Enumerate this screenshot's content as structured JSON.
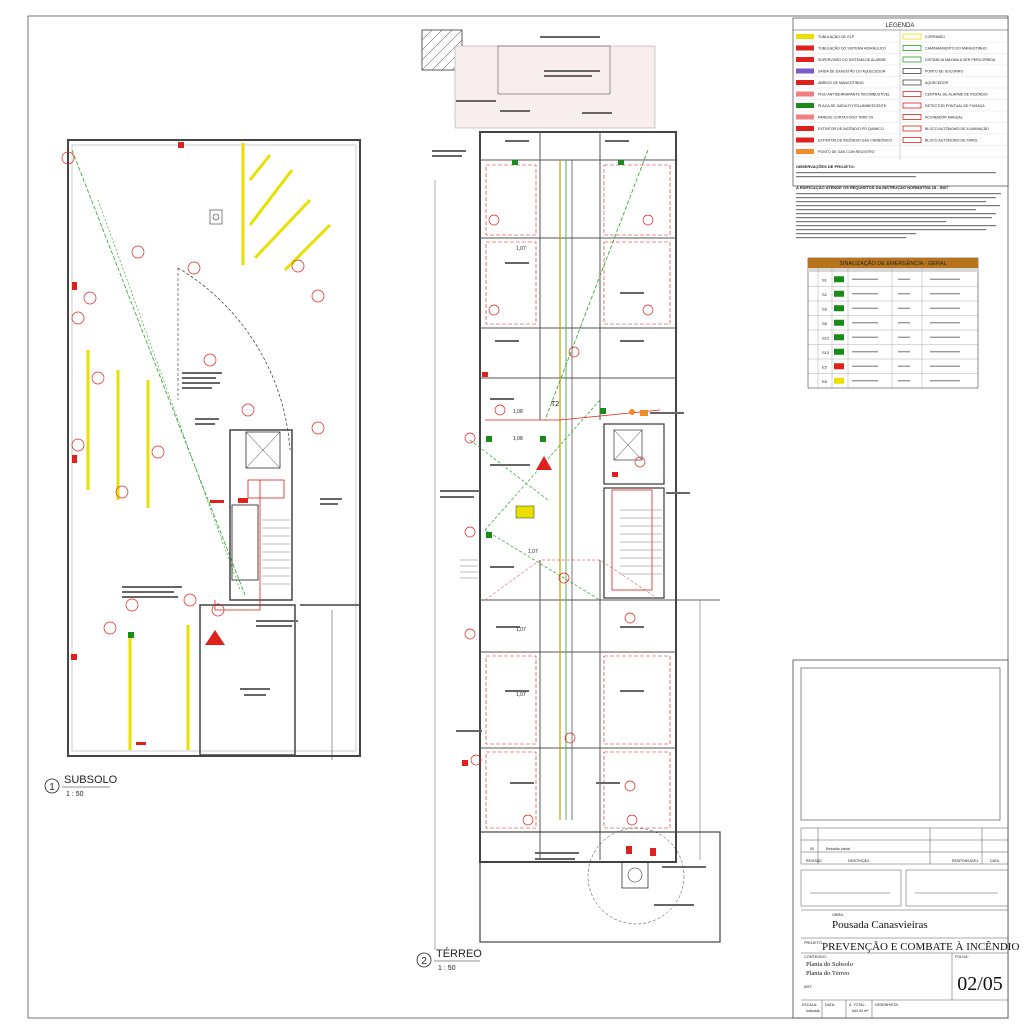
{
  "subsolo": {
    "number": "1",
    "title": "SUBSOLO",
    "scale": "1 : 50"
  },
  "terreo": {
    "number": "2",
    "title": "TÉRREO",
    "scale": "1 : 50"
  },
  "legend": {
    "title": "LEGENDA",
    "rows": [
      {
        "left": "TUBULAÇÃO DE GLP",
        "right": "CORRIMÃO"
      },
      {
        "left": "TUBULAÇÃO DO SISTEMA HIDRÁULICO",
        "right": "CAMINHAMENTO DO MANGOTINHO"
      },
      {
        "left": "SUPERVISÃO DO SISTEMA DE ALARME",
        "right": "DISTÂNCIA MÁXIMA A SER PERCORRIDA"
      },
      {
        "left": "SAÍDA DE EXAUSTÃO DO AQUECEDOR",
        "right": "PONTO DE SOCORRO"
      },
      {
        "left": "ABRIGO DE MANGOTINHO",
        "right": "AQUECEDOR"
      },
      {
        "left": "PISO ANTIDERRAPANTE INCOMBUSTÍVEL",
        "right": "CENTRAL DE ALARME DE INCÊNDIO"
      },
      {
        "left": "PLACA DE SAÍDA FOTOLUMINESCENTE",
        "right": "DETECTOR PONTUAL DE FUMAÇA"
      },
      {
        "left": "PAREDE CORTA FOGO TRRF 2H",
        "right": "ACIONADOR MANUAL"
      },
      {
        "left": "EXTINTOR DE INCÊNDIO PÓ QUÍMICO",
        "right": "BLOCO AUTÔNOMO DE ILUMINAÇÃO"
      },
      {
        "left": "EXTINTOR DE INCÊNDIO GÁS CARBÔNICO",
        "right": "BLOCO AUTÔNOMO DE FAROL"
      },
      {
        "left": "PONTO DE GÁS COM REGISTRO",
        "right": ""
      }
    ],
    "notes_title": "OBSERVAÇÕES DE PROJETO:",
    "requirements_title": "A EDIFICAÇÃO ATENDE OS REQUISITOS DA INSTRUÇÃO NORMATIVA 18 - IN07"
  },
  "signage": {
    "title": "SINALIZAÇÃO DE EMERGÊNCIA - GERAL",
    "rows": [
      {
        "code": "S1"
      },
      {
        "code": "S2"
      },
      {
        "code": "S3"
      },
      {
        "code": "S8"
      },
      {
        "code": "S12"
      },
      {
        "code": "S13"
      },
      {
        "code": "E5"
      },
      {
        "code": "E8"
      }
    ]
  },
  "annotations": {
    "t2": "T2",
    "heights": [
      "1,07",
      "1,08",
      "1,08",
      "1,07",
      "1,07",
      "1,07"
    ]
  },
  "title_block": {
    "obra_label": "OBRA:",
    "obra": "Pousada Canasvieiras",
    "projeto_label": "PROJETO:",
    "projeto": "PREVENÇÃO E COMBATE À INCÊNDIO",
    "conteudo_label": "CONTEÚDO:",
    "conteudo_1": "Planta do Subsolo",
    "conteudo_2": "Planta do Térreo",
    "folha_label": "FOLHA:",
    "folha": "02/05",
    "art_label": "ART:",
    "revisao_label": "REVISÃO",
    "descricao_label": "DESCRIÇÃO",
    "responsavel_label": "RESPONSÁVEL",
    "data_label": "DATA",
    "rev_num": "00",
    "rev_desc": "Emissão inicial",
    "escala_label": "ESCALA:",
    "escala": "Indicada",
    "data_field_label": "DATA:",
    "area_label": "Á. TOTAL:",
    "area": "644,00 m²",
    "desenhista_label": "DESENHISTA:"
  },
  "colors": {
    "wall": "#555555",
    "red": "#e0201c",
    "yellow": "#e8e000",
    "green": "#2aa02a",
    "orange": "#f28c28",
    "signage_header": "#b8741c"
  }
}
